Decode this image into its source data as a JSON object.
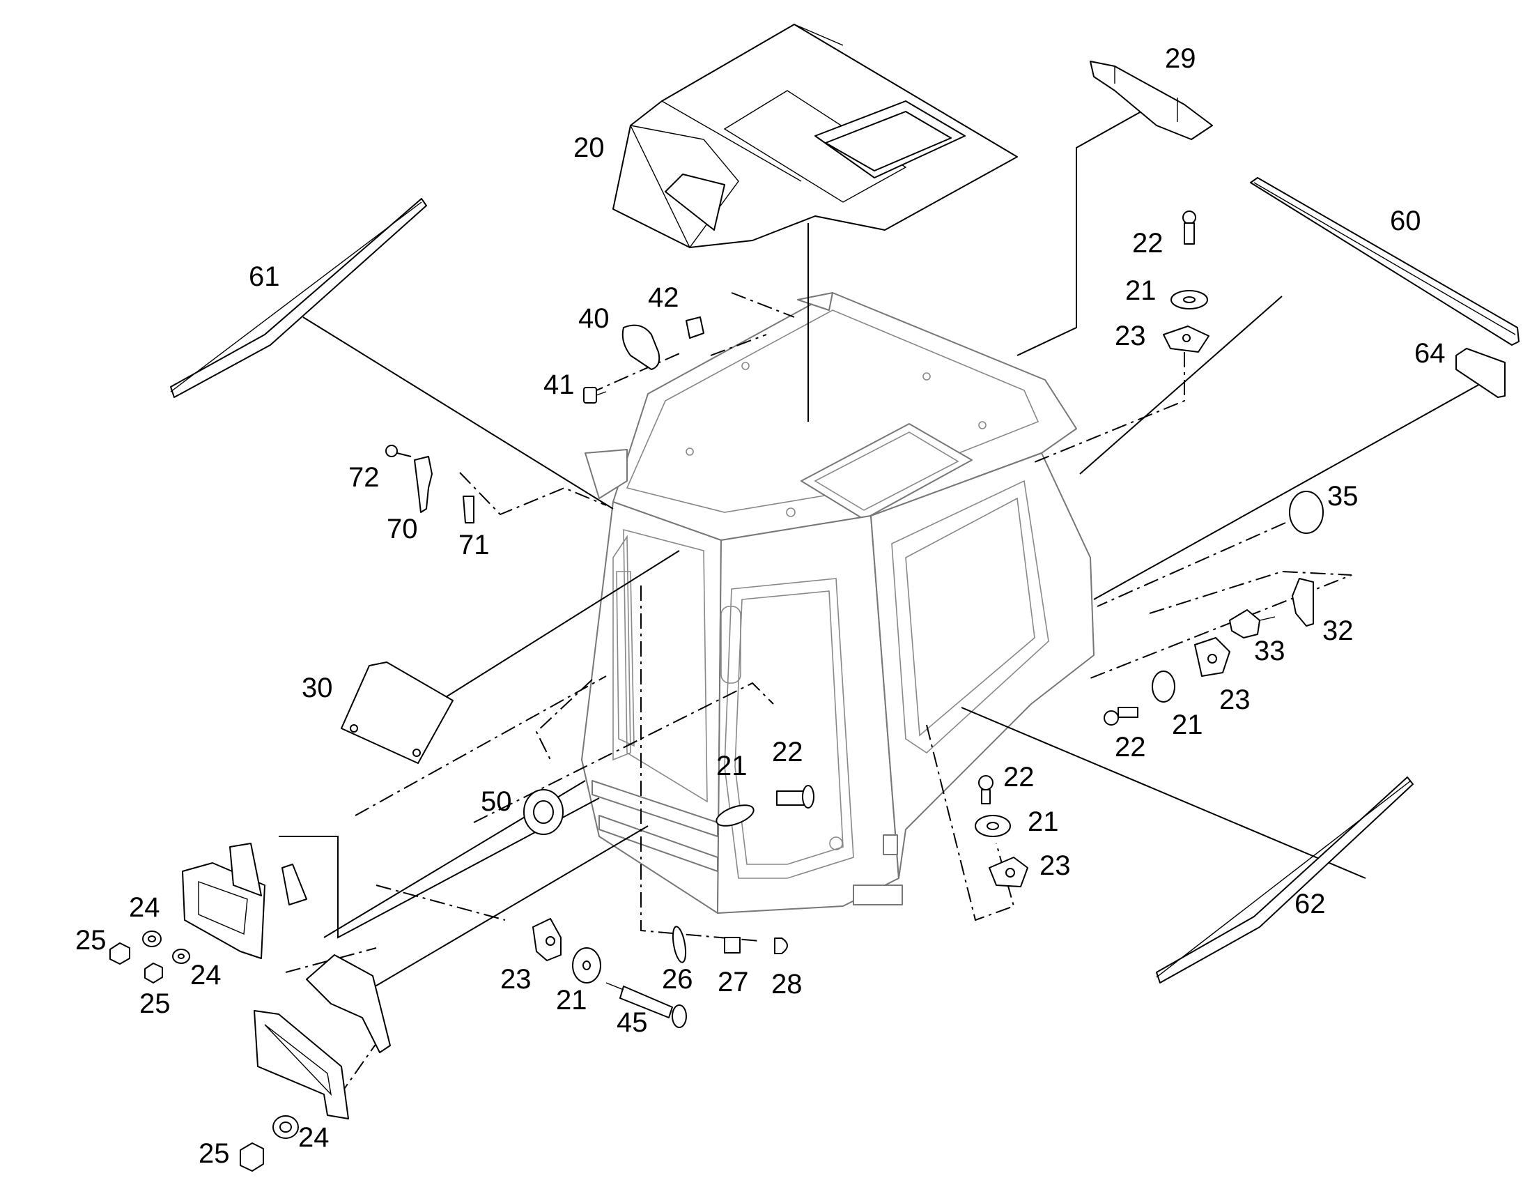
{
  "callouts": [
    {
      "id": "c20",
      "text": "20"
    },
    {
      "id": "c29",
      "text": "29"
    },
    {
      "id": "c60",
      "text": "60"
    },
    {
      "id": "c61",
      "text": "61"
    },
    {
      "id": "c64",
      "text": "64"
    },
    {
      "id": "c40",
      "text": "40"
    },
    {
      "id": "c41",
      "text": "41"
    },
    {
      "id": "c42",
      "text": "42"
    },
    {
      "id": "c22a",
      "text": "22"
    },
    {
      "id": "c21a",
      "text": "21"
    },
    {
      "id": "c23a",
      "text": "23"
    },
    {
      "id": "c72",
      "text": "72"
    },
    {
      "id": "c70",
      "text": "70"
    },
    {
      "id": "c71",
      "text": "71"
    },
    {
      "id": "c35",
      "text": "35"
    },
    {
      "id": "c32",
      "text": "32"
    },
    {
      "id": "c33",
      "text": "33"
    },
    {
      "id": "c23b",
      "text": "23"
    },
    {
      "id": "c21b",
      "text": "21"
    },
    {
      "id": "c22b",
      "text": "22"
    },
    {
      "id": "c30",
      "text": "30"
    },
    {
      "id": "c21c",
      "text": "21"
    },
    {
      "id": "c22c",
      "text": "22"
    },
    {
      "id": "c50",
      "text": "50"
    },
    {
      "id": "c22d",
      "text": "22"
    },
    {
      "id": "c21d",
      "text": "21"
    },
    {
      "id": "c23d",
      "text": "23"
    },
    {
      "id": "c62",
      "text": "62"
    },
    {
      "id": "c24a",
      "text": "24"
    },
    {
      "id": "c25a",
      "text": "25"
    },
    {
      "id": "c24b",
      "text": "24"
    },
    {
      "id": "c25b",
      "text": "25"
    },
    {
      "id": "c23e",
      "text": "23"
    },
    {
      "id": "c21e",
      "text": "21"
    },
    {
      "id": "c26",
      "text": "26"
    },
    {
      "id": "c27",
      "text": "27"
    },
    {
      "id": "c28",
      "text": "28"
    },
    {
      "id": "c45",
      "text": "45"
    },
    {
      "id": "c25c",
      "text": "25"
    },
    {
      "id": "c24c",
      "text": "24"
    }
  ]
}
